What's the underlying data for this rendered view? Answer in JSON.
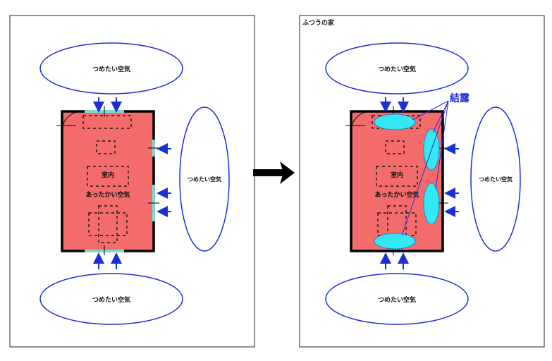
{
  "right_panel_title": "ふつうの家",
  "cold_air": "つめたい空気",
  "room": "室内",
  "warm_air": "あったかい空気",
  "condensation": "結露",
  "colors": {
    "room_fill": "#f36b6b",
    "ellipse_stroke": "#1a2fd6",
    "arrow": "#1a2fd6",
    "condensation_fill": "#34e8f2"
  }
}
